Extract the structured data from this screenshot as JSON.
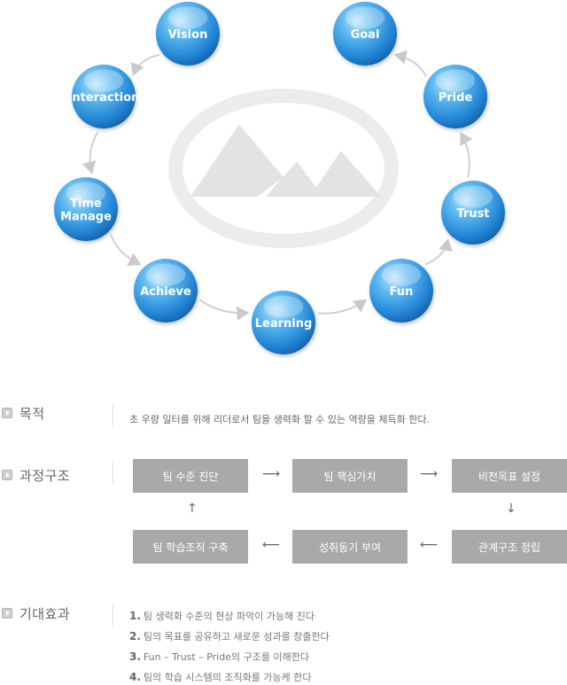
{
  "cycle": {
    "nodes": [
      {
        "id": "vision",
        "lines": [
          "Vision"
        ]
      },
      {
        "id": "interaction",
        "lines": [
          "Interaction"
        ]
      },
      {
        "id": "time-manage",
        "lines": [
          "Time",
          "Manage"
        ]
      },
      {
        "id": "achieve",
        "lines": [
          "Achieve"
        ]
      },
      {
        "id": "learning",
        "lines": [
          "Learning"
        ]
      },
      {
        "id": "fun",
        "lines": [
          "Fun"
        ]
      },
      {
        "id": "trust",
        "lines": [
          "Trust"
        ]
      },
      {
        "id": "pride",
        "lines": [
          "Pride"
        ]
      },
      {
        "id": "goal",
        "lines": [
          "Goal"
        ]
      }
    ],
    "colors": {
      "node_light": "#9fd6f5",
      "node_mid": "#3aa3e6",
      "node_dark": "#1a73c2",
      "logo": "#e2e2e2"
    }
  },
  "sections": {
    "purpose": {
      "title": "목적",
      "text": "초 우량 일터를 위해 리더로서 팀을 생력화 할 수 있는 역량을 체득화 한다."
    },
    "process": {
      "title": "과정구조",
      "boxes": {
        "b1": "팀 수준 진단",
        "b2": "팀 핵심가치",
        "b3": "비전목표 설정",
        "b4": "관계구조 정립",
        "b5": "성취동기 부여",
        "b6": "팀 학습조직 구축"
      }
    },
    "effects": {
      "title": "기대효과",
      "items": [
        {
          "num": "1.",
          "text": "팀 생력화 수준의 현상 파악이 가능해 진다"
        },
        {
          "num": "2.",
          "text": "팀의 목표를 공유하고 새로운 성과를 창출한다"
        },
        {
          "num": "3.",
          "text": "Fun – Trust – Pride의 구조를 이해한다"
        },
        {
          "num": "4.",
          "text": "팀의 학습 시스템의 조직화를 가능케 한다"
        }
      ]
    }
  }
}
